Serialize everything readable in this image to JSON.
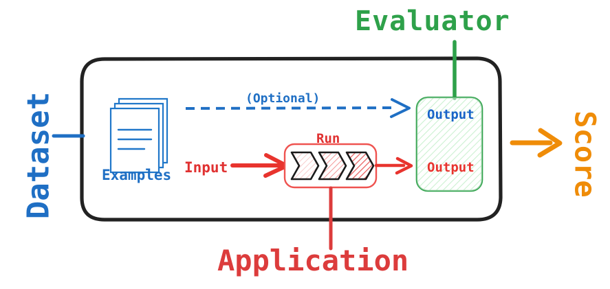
{
  "diagram": {
    "title": "Evaluation pipeline diagram",
    "outer_labels": {
      "dataset": "Dataset",
      "evaluator": "Evaluator",
      "application": "Application",
      "score": "Score"
    },
    "inner_labels": {
      "examples": "Examples",
      "input": "Input",
      "run": "Run",
      "optional": "(Optional)",
      "output_reference": "Output",
      "output_prediction": "Output"
    },
    "colors": {
      "dataset_blue": "#1f6fc4",
      "application_red": "#dc3c3c",
      "evaluator_green": "#2ea14a",
      "score_orange": "#ef8c08",
      "frame_black": "#222222",
      "output_blue": "#1864c8",
      "output_red": "#e8342e"
    },
    "nodes": [
      {
        "name": "examples-stack",
        "label": "Examples",
        "color": "#1f6fc4",
        "shape": "document-stack"
      },
      {
        "name": "run-pipeline",
        "label": "Run",
        "color": "#e03131",
        "shape": "rounded-rect-with-chevrons",
        "chevron_count": 3
      },
      {
        "name": "evaluator-output-box",
        "label": "Output",
        "color": "#2ea14a",
        "shape": "rounded-rect-hatched"
      }
    ],
    "edges": [
      {
        "name": "optional-edge",
        "label": "(Optional)",
        "style": "dashed",
        "color": "#1f6fc4",
        "from": "examples-stack",
        "to": "evaluator-output-box"
      },
      {
        "name": "input-edge",
        "label": "Input",
        "style": "solid",
        "color": "#e03131",
        "from": "input-label",
        "to": "run-pipeline"
      },
      {
        "name": "prediction-edge",
        "label": "",
        "style": "solid",
        "color": "#e8342e",
        "from": "run-pipeline",
        "to": "evaluator-output-box"
      },
      {
        "name": "score-edge",
        "label": "",
        "style": "solid",
        "color": "#ef8c08",
        "from": "evaluator-output-box",
        "to": "score-label"
      },
      {
        "name": "dataset-connector",
        "label": "",
        "style": "solid",
        "color": "#1f6fc4",
        "from": "dataset-label",
        "to": "main-frame"
      },
      {
        "name": "evaluator-connector",
        "label": "",
        "style": "solid",
        "color": "#2ea14a",
        "from": "evaluator-label",
        "to": "evaluator-output-box"
      },
      {
        "name": "application-connector",
        "label": "",
        "style": "solid",
        "color": "#dc3c3c",
        "from": "application-label",
        "to": "run-pipeline"
      }
    ]
  }
}
